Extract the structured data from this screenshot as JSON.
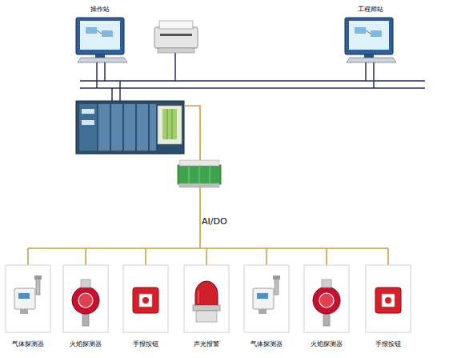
{
  "diagram": {
    "nodes": [
      {
        "text": [
          "操作站"
        ]
      },
      {
        "text": [
          "工程师站"
        ]
      },
      {
        "text": [
          "气体探测器"
        ]
      },
      {
        "text": [
          "火焰探测器"
        ]
      },
      {
        "text": [
          "手报按钮"
        ]
      },
      {
        "text": [
          "声光报警"
        ]
      },
      {
        "text": [
          "气体探测器"
        ]
      },
      {
        "text": [
          "火焰探测器"
        ]
      },
      {
        "text": [
          "手报按钮"
        ]
      }
    ],
    "labels": [
      "AI/DO"
    ]
  }
}
